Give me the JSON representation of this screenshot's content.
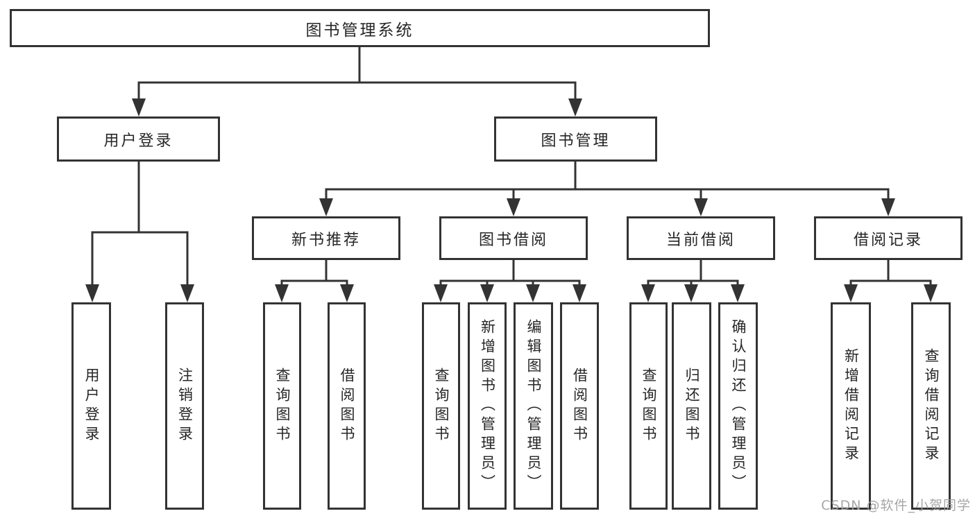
{
  "diagram": {
    "root": {
      "label": "图书管理系统"
    },
    "level2": [
      {
        "label": "用户登录"
      },
      {
        "label": "图书管理"
      }
    ],
    "level3": [
      {
        "label": "新书推荐",
        "parent": "图书管理"
      },
      {
        "label": "图书借阅",
        "parent": "图书管理"
      },
      {
        "label": "当前借阅",
        "parent": "图书管理"
      },
      {
        "label": "借阅记录",
        "parent": "图书管理"
      }
    ],
    "leaves": [
      {
        "label": "用户登录",
        "parent": "用户登录"
      },
      {
        "label": "注销登录",
        "parent": "用户登录"
      },
      {
        "label": "查询图书",
        "parent": "新书推荐"
      },
      {
        "label": "借阅图书",
        "parent": "新书推荐"
      },
      {
        "label": "查询图书",
        "parent": "图书借阅"
      },
      {
        "label": "新增图书（管理员）",
        "parent": "图书借阅"
      },
      {
        "label": "编辑图书（管理员）",
        "parent": "图书借阅"
      },
      {
        "label": "借阅图书",
        "parent": "图书借阅"
      },
      {
        "label": "查询图书",
        "parent": "当前借阅"
      },
      {
        "label": "归还图书",
        "parent": "当前借阅"
      },
      {
        "label": "确认归还（管理员）",
        "parent": "当前借阅"
      },
      {
        "label": "新增借阅记录",
        "parent": "借阅记录"
      },
      {
        "label": "查询借阅记录",
        "parent": "借阅记录"
      }
    ]
  },
  "watermark": "CSDN @软件_小贺同学",
  "colors": {
    "line": "#333333",
    "border": "#333333",
    "text": "#262626",
    "background": "#ffffff",
    "watermark": "#9e9e9e"
  }
}
